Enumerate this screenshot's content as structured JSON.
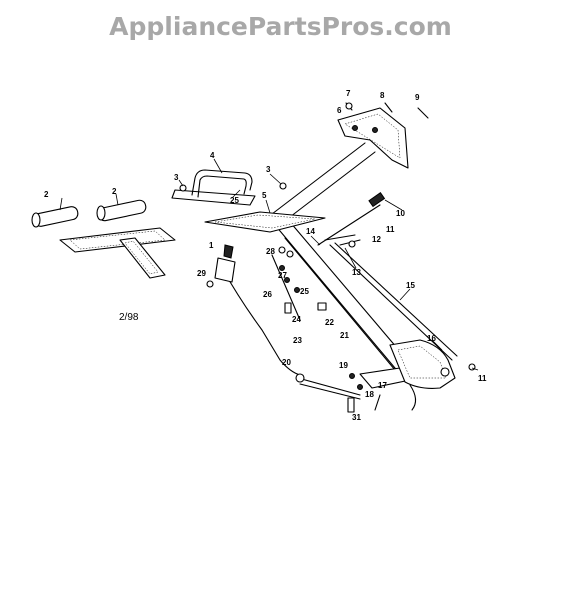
{
  "watermark": "AppliancePartsPros.com",
  "date_code": "2/98",
  "callouts": [
    "1",
    "2",
    "2",
    "3",
    "3",
    "4",
    "5",
    "6",
    "7",
    "8",
    "9",
    "10",
    "11",
    "11",
    "12",
    "13",
    "14",
    "15",
    "16",
    "17",
    "18",
    "19",
    "20",
    "21",
    "22",
    "23",
    "24",
    "25",
    "26",
    "27",
    "28",
    "29",
    "31"
  ]
}
